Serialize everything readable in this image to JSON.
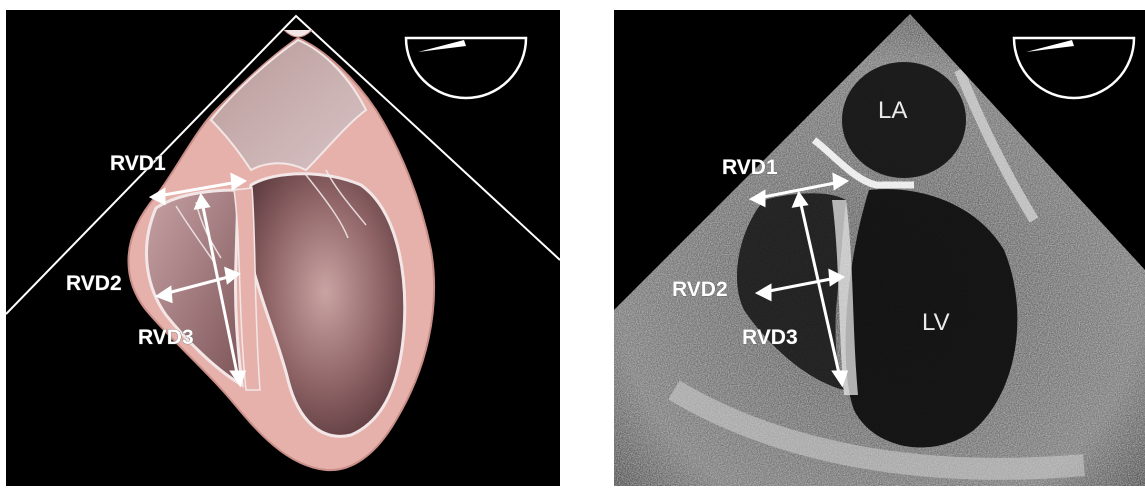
{
  "left_panel": {
    "labels": {
      "rvd1": "RVD1",
      "rvd2": "RVD2",
      "rvd3": "RVD3"
    }
  },
  "right_panel": {
    "labels": {
      "rvd1": "RVD1",
      "rvd2": "RVD2",
      "rvd3": "RVD3",
      "la": "LA",
      "lv": "LV"
    }
  },
  "colors": {
    "background": "#000000",
    "myocardium": "#e8b3ad",
    "chamber": "#8a5f63",
    "sector_line": "#ffffff",
    "echo_tissue": "#9a9a9a"
  }
}
